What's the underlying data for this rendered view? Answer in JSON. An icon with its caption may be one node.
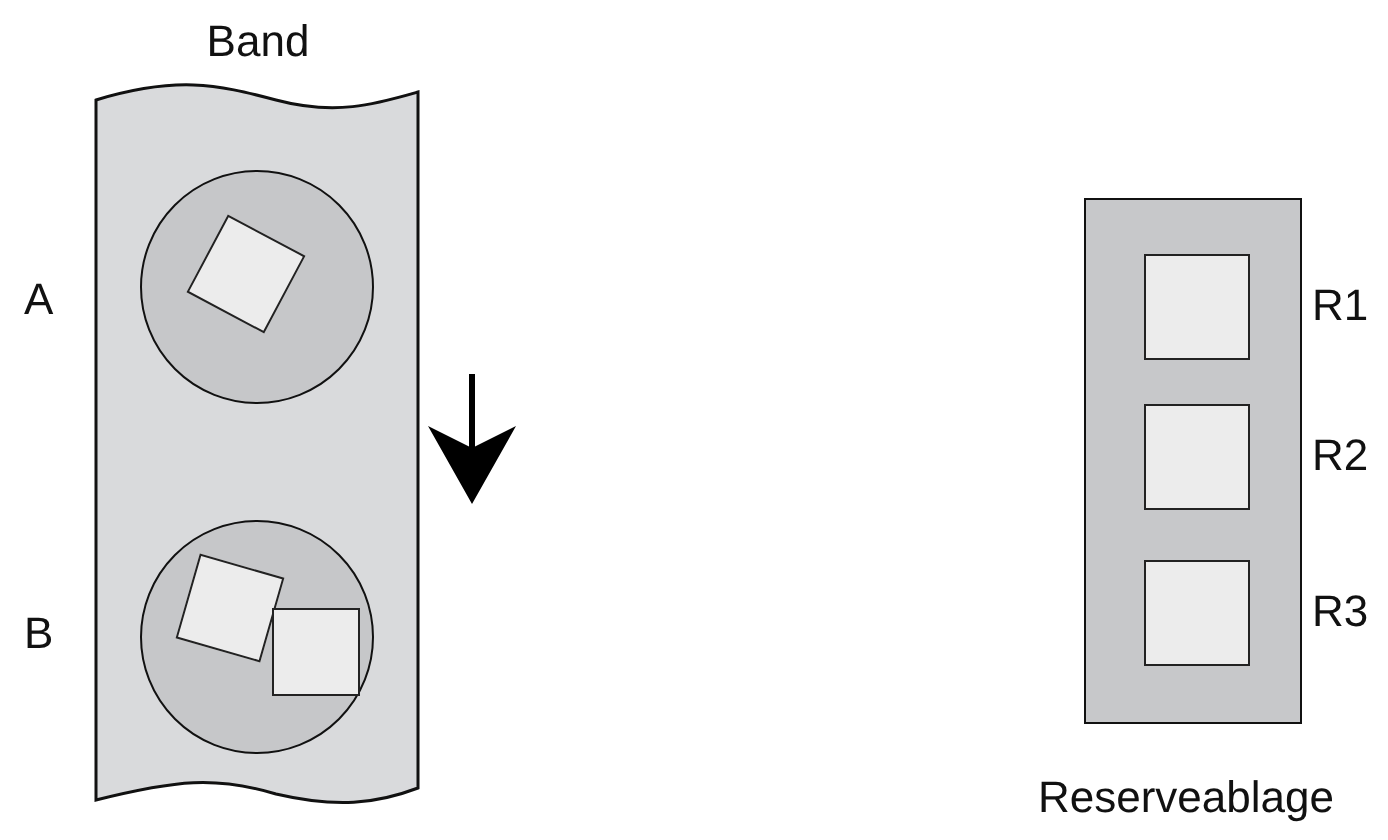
{
  "diagram": {
    "nodes": [
      {
        "text": [
          "Band"
        ]
      },
      {
        "text": [],
        "shape": "circle",
        "in": 0,
        "beside": [
          "A"
        ]
      },
      {
        "text": [],
        "shape": "box",
        "in": 1
      },
      {
        "text": [],
        "shape": "circle",
        "in": 0,
        "beside": [
          "B"
        ]
      },
      {
        "text": [],
        "shape": "box",
        "in": 3
      },
      {
        "text": [],
        "shape": "box",
        "in": 3
      },
      {
        "text": [
          "Reserveablage"
        ]
      },
      {
        "text": [],
        "shape": "box",
        "in": 6,
        "beside": [
          "R1"
        ]
      },
      {
        "text": [],
        "shape": "box",
        "in": 6,
        "beside": [
          "R2"
        ]
      },
      {
        "text": [],
        "shape": "box",
        "in": 6,
        "beside": [
          "R3"
        ]
      }
    ],
    "edges": []
  }
}
